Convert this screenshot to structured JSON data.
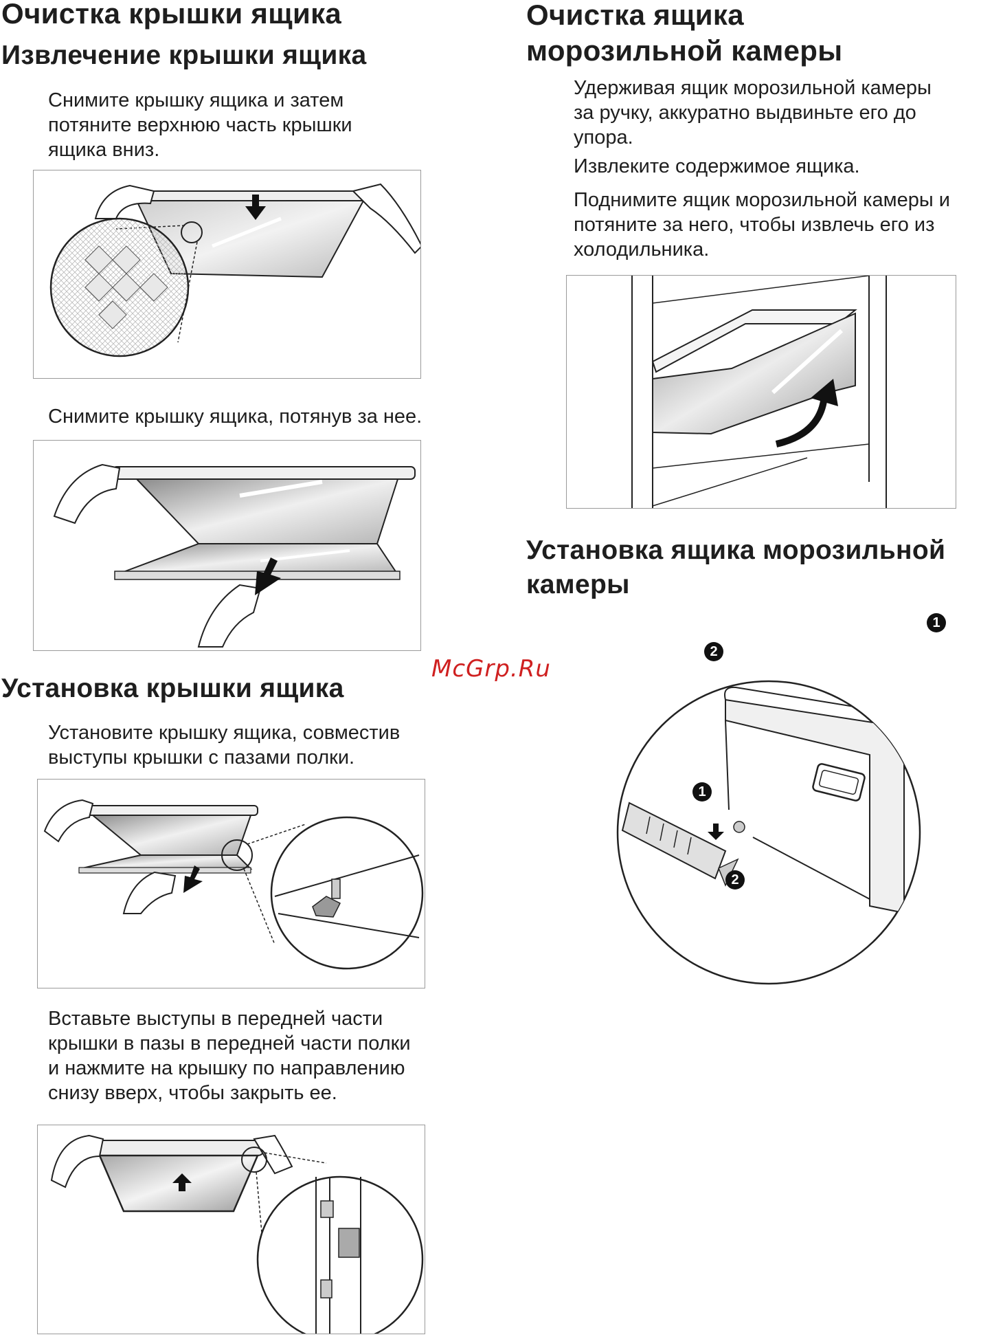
{
  "left": {
    "title_main": "Очистка крышки ящика",
    "title_removal": "Извлечение крышки ящика",
    "para_remove_1": "Снимите крышку ящика и затем\nпотяните  верхнюю часть крышки\nящика вниз.",
    "para_remove_2": "Снимите крышку ящика, потянув за нее.",
    "title_install": "Установка крышки ящика",
    "para_install_1": "Установите крышку ящика, совместив\nвыступы крышки с пазами полки.",
    "para_install_2": "Вставьте выступы в передней части\nкрышки в пазы в передней части полки\nи нажмите на крышку по направлению\nснизу вверх, чтобы закрыть ее."
  },
  "right": {
    "title_clean": "Очистка ящика\nморозильной камеры",
    "para_clean_1": "Удерживая ящик морозильной камеры\nза ручку, аккуратно выдвиньте его до\nупора.",
    "para_clean_2": "Извлеките содержимое ящика.",
    "para_clean_3": "Поднимите ящик морозильной камеры и\nпотяните за него, чтобы извлечь его из\nхолодильника.",
    "title_install": "Установка ящика морозильной\nкамеры",
    "step_1": "1",
    "step_2": "2"
  },
  "watermark": "McGrp.Ru"
}
